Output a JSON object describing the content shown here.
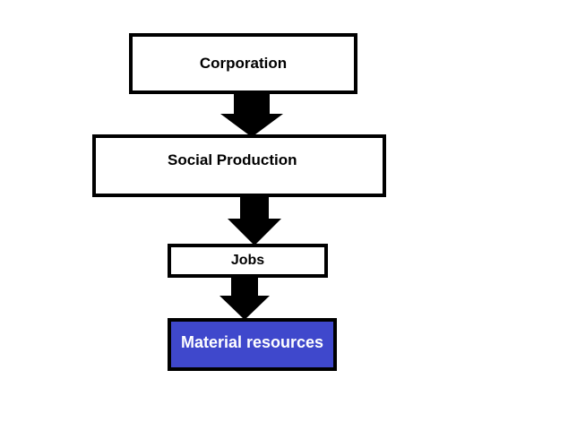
{
  "diagram": {
    "nodes": [
      {
        "id": "corporation",
        "label": "Corporation"
      },
      {
        "id": "social-production",
        "label": "Social Production"
      },
      {
        "id": "jobs",
        "label": "Jobs"
      },
      {
        "id": "material-resources",
        "label": "Material resources"
      }
    ],
    "edges": [
      {
        "from": "corporation",
        "to": "social-production"
      },
      {
        "from": "social-production",
        "to": "jobs"
      },
      {
        "from": "jobs",
        "to": "material-resources"
      }
    ],
    "colors": {
      "border": "#000000",
      "arrow": "#000000",
      "node_fill": "#ffffff",
      "highlight_fill": "#3f48cc",
      "highlight_text": "#ffffff"
    }
  }
}
